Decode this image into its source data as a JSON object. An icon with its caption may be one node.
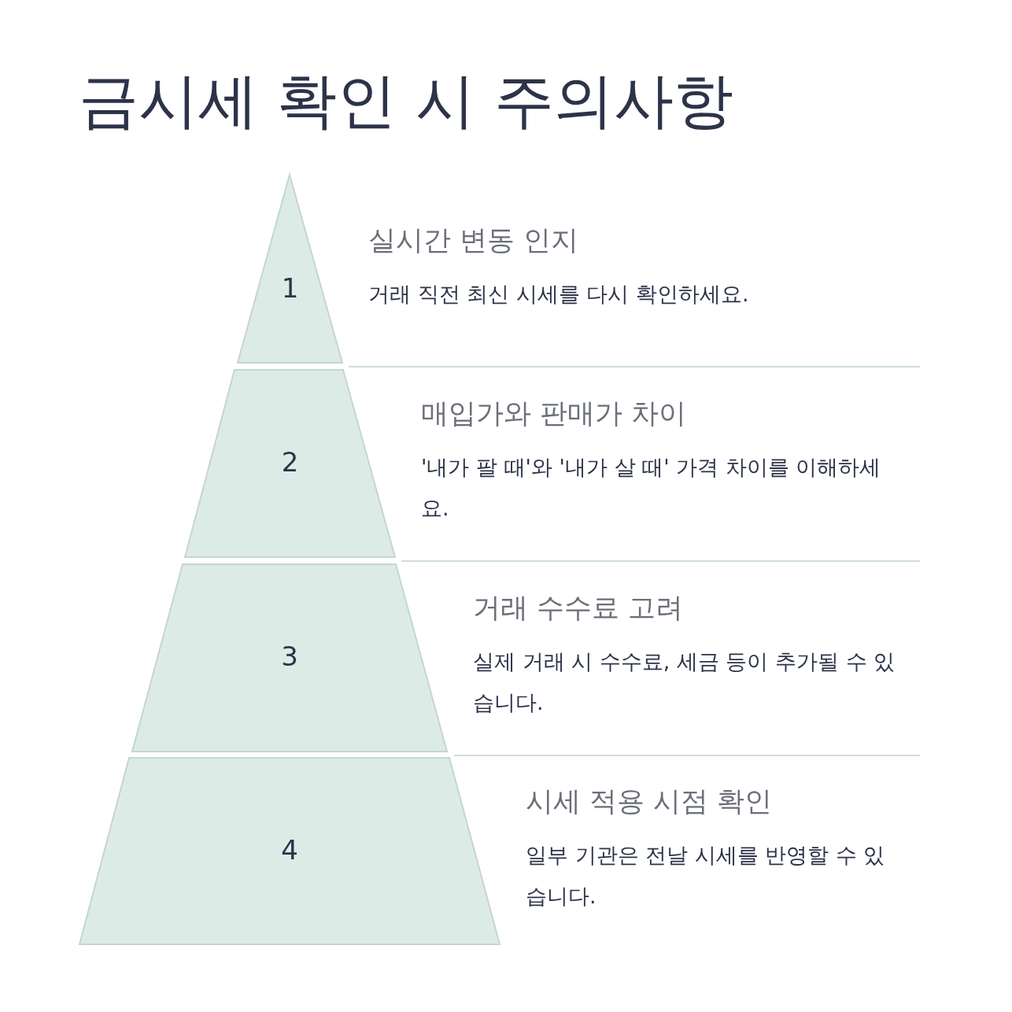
{
  "diagram": {
    "title": "금시세 확인 시 주의사항",
    "nodes": [
      {
        "text": [
          "1"
        ],
        "beside": [
          "실시간 변동 인지",
          "거래 직전 최신 시세를 다시 확인하세요."
        ]
      },
      {
        "text": [
          "2"
        ],
        "beside": [
          "매입가와 판매가 차이",
          "'내가 팔 때'와 '내가 살 때' 가격 차이를 이해하세요."
        ]
      },
      {
        "text": [
          "3"
        ],
        "beside": [
          "거래 수수료 고려",
          "실제 거래 시 수수료, 세금 등이 추가될 수 있습니다."
        ]
      },
      {
        "text": [
          "4"
        ],
        "beside": [
          "시세 적용 시점 확인",
          "일부 기관은 전날 시세를 반영할 수 있습니다."
        ]
      }
    ],
    "edges": []
  }
}
